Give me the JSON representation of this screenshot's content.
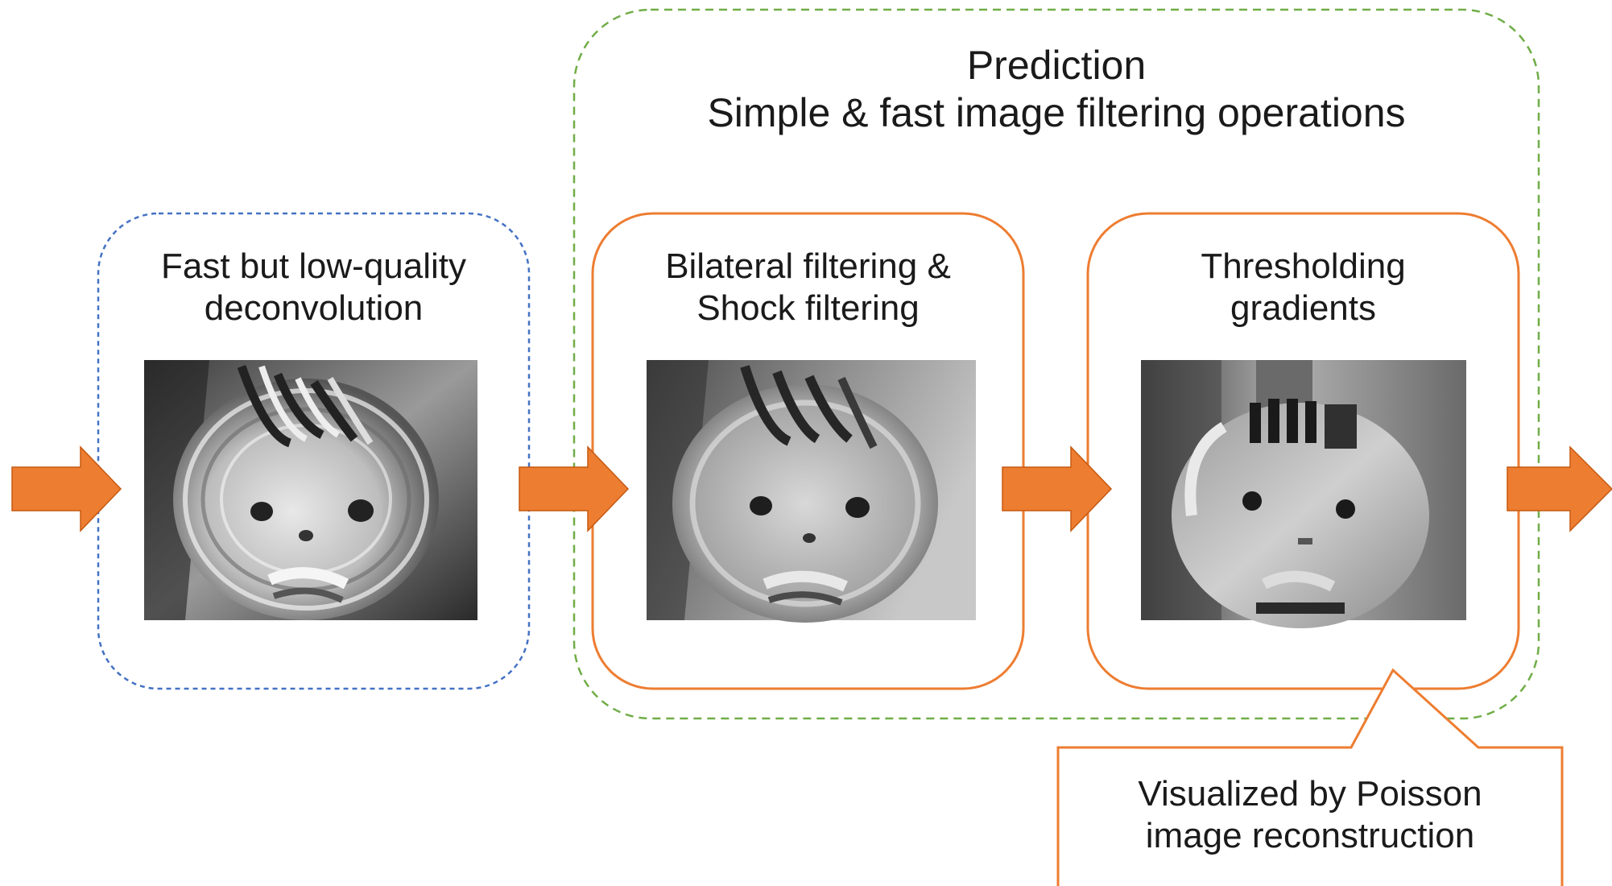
{
  "prediction_group": {
    "title": "Prediction",
    "subtitle": "Simple & fast image filtering operations",
    "border_color": "#70ad47"
  },
  "steps": [
    {
      "line1": "Fast but low-quality",
      "line2": "deconvolution",
      "border_color": "#4472c4",
      "image_icon": "blurry-deconvolved-face-image"
    },
    {
      "line1": "Bilateral filtering &",
      "line2": "Shock filtering",
      "border_color": "#ed7d31",
      "image_icon": "bilateral-shock-filtered-face-image"
    },
    {
      "line1": "Thresholding",
      "line2": "gradients",
      "border_color": "#ed7d31",
      "image_icon": "thresholded-gradient-face-image"
    }
  ],
  "callout": {
    "line1": "Visualized by Poisson",
    "line2": "image reconstruction",
    "border_color": "#ed7d31"
  },
  "arrow_color": "#ed7d31"
}
